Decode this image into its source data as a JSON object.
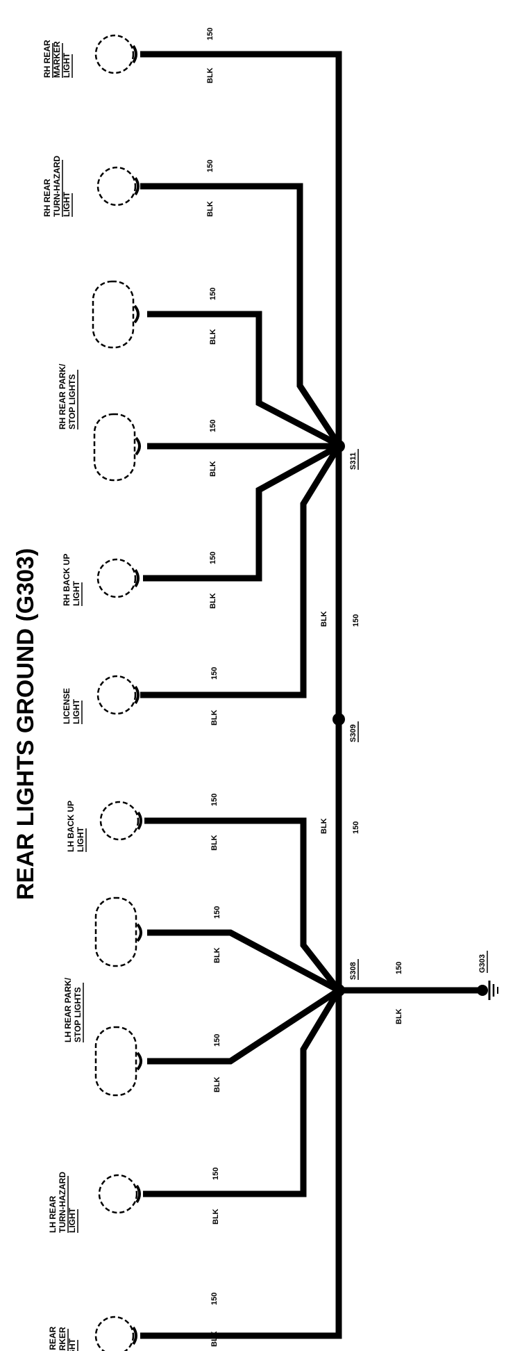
{
  "title": "REAR LIGHTS GROUND (G303)",
  "components": {
    "rh_marker": [
      "RH REAR",
      "MARKER",
      "LIGHT"
    ],
    "rh_turn": [
      "RH REAR",
      "TURN-HAZARD",
      "LIGHT"
    ],
    "rh_park": [
      "RH REAR PARK/",
      "STOP LIGHTS"
    ],
    "rh_backup": [
      "RH BACK UP",
      "LIGHT"
    ],
    "license": [
      "LICENSE",
      "LIGHT"
    ],
    "lh_backup": [
      "LH BACK UP",
      "LIGHT"
    ],
    "lh_park": [
      "LH REAR PARK/",
      "STOP LIGHTS"
    ],
    "lh_turn": [
      "LH REAR",
      "TURN-HAZARD",
      "LIGHT"
    ],
    "lh_marker": [
      "LH REAR",
      "MARKER",
      "LIGHT"
    ]
  },
  "wire": {
    "color": "BLK",
    "gauge": "150"
  },
  "splices": {
    "s311": "S311",
    "s309": "S309",
    "s308": "S308"
  },
  "ground": "G303"
}
